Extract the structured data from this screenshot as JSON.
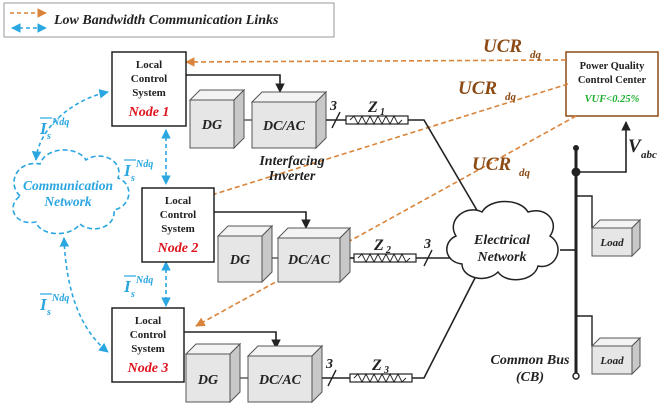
{
  "legend": {
    "orange_label": "Low Bandwidth Communication Links",
    "blue_label": "Low Bandwidth Communication Links"
  },
  "control_center": {
    "title_line1": "Power Quality",
    "title_line2": "Control Center",
    "vuf": "VUF<0.25%"
  },
  "ucr": {
    "main": "UCR",
    "sub": "dq"
  },
  "vabc": {
    "main": "V",
    "sub": "abc"
  },
  "current": {
    "main": "I",
    "sup": "Ndq",
    "sub": "s"
  },
  "nodes": [
    {
      "line1": "Local",
      "line2": "Control",
      "line3": "System",
      "node": "Node 1"
    },
    {
      "line1": "Local",
      "line2": "Control",
      "line3": "System",
      "node": "Node 2"
    },
    {
      "line1": "Local",
      "line2": "Control",
      "line3": "System",
      "node": "Node 3"
    }
  ],
  "dg_label": "DG",
  "dcac_label": "DC/AC",
  "phase_count": "3",
  "impedances": [
    {
      "main": "Z",
      "sub": "1"
    },
    {
      "main": "Z",
      "sub": "2"
    },
    {
      "main": "Z",
      "sub": "3"
    }
  ],
  "interfacing_line1": "Interfacing",
  "interfacing_line2": "Inverter",
  "comm_network_line1": "Communication",
  "comm_network_line2": "Network",
  "electrical_network_line1": "Electrical",
  "electrical_network_line2": "Network",
  "load_label": "Load",
  "common_bus_line1": "Common Bus",
  "common_bus_line2": "(CB)",
  "colors": {
    "orange": "#d9843a",
    "blue": "#2aa6e0",
    "brown": "#8b4a14",
    "red": "#e0141e",
    "green": "#1fb030",
    "box_fill": "#e6e6e6",
    "box_side": "#c8c8c8",
    "box_top": "#f3f3f3"
  }
}
